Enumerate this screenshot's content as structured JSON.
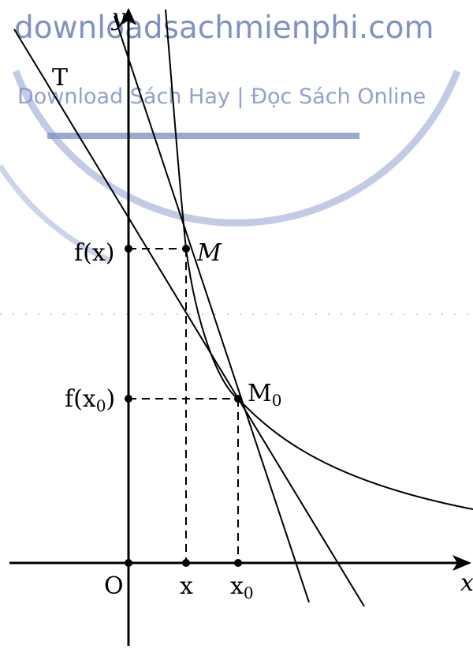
{
  "watermark": {
    "site": "downloadsachmienphi.com",
    "tagline": "Download Sách Hay | Đọc Sách Online",
    "color": "#6b7fb8"
  },
  "labels": {
    "y_axis": "y",
    "x_axis": "x",
    "origin": "O",
    "tangent": "T",
    "point_m": "M",
    "point_m0": "M",
    "point_m0_sub": "0",
    "fx": "f(x)",
    "fx0": "f(x",
    "fx0_sub": "0",
    "fx0_close": ")",
    "x_tick": "x",
    "x0_tick": "x",
    "x0_sub": "0"
  }
}
